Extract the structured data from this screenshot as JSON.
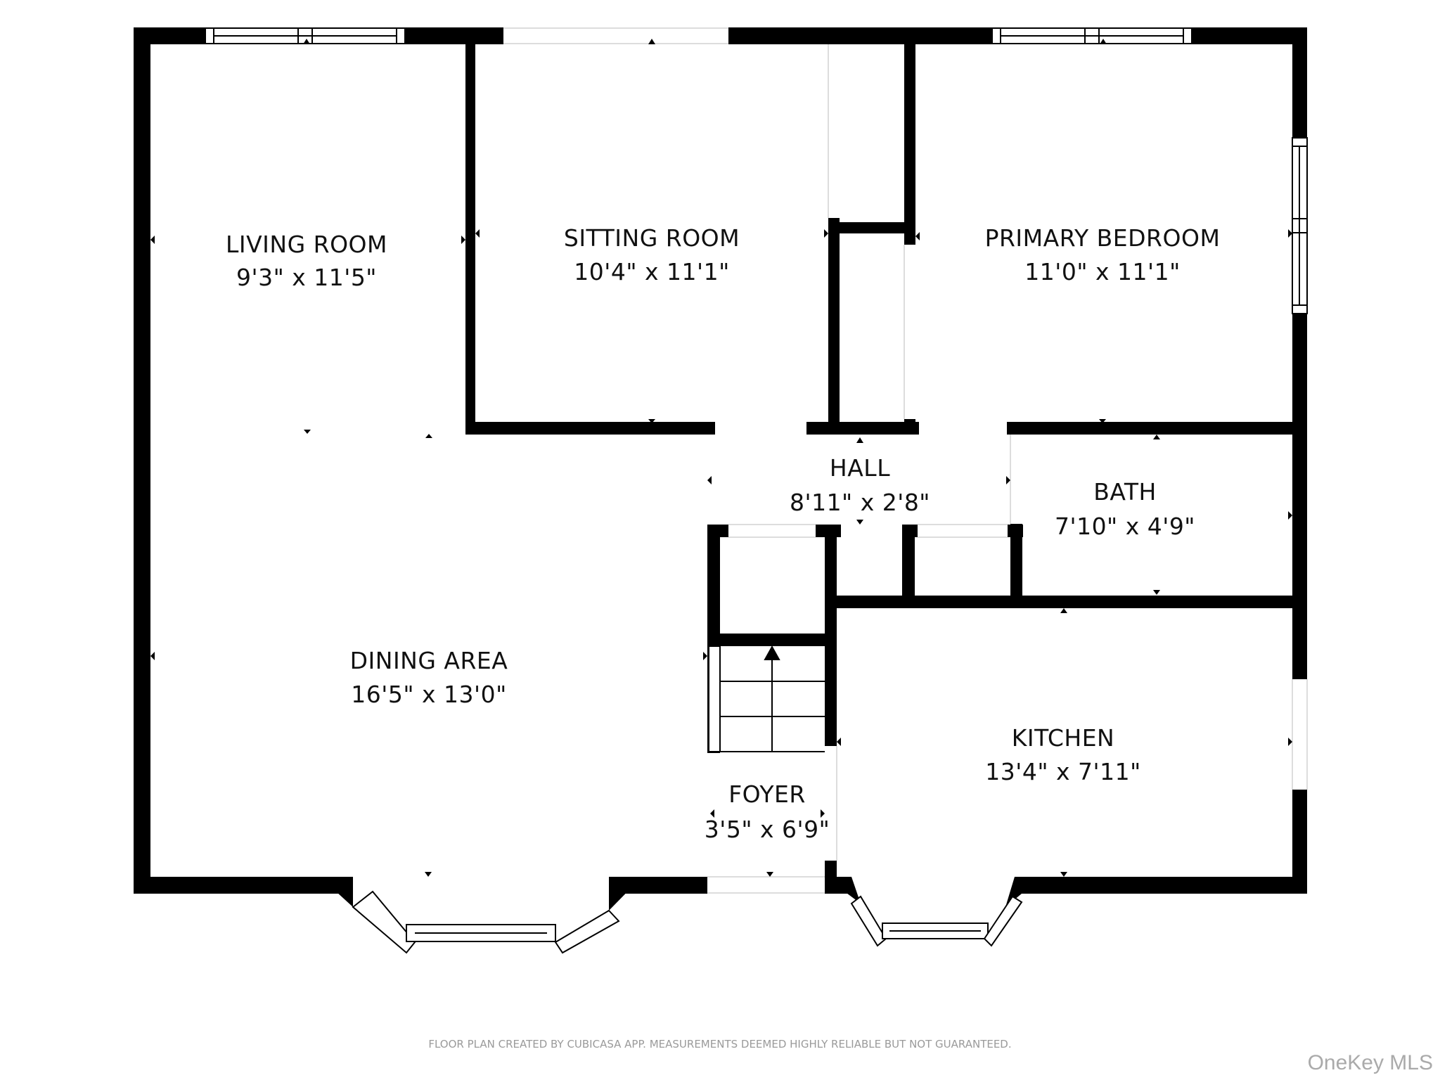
{
  "rooms": {
    "living_room": {
      "name": "LIVING ROOM",
      "dims": "9'3\" x 11'5\""
    },
    "sitting_room": {
      "name": "SITTING ROOM",
      "dims": "10'4\" x 11'1\""
    },
    "primary_bedroom": {
      "name": "PRIMARY BEDROOM",
      "dims": "11'0\" x 11'1\""
    },
    "hall": {
      "name": "HALL",
      "dims": "8'11\" x 2'8\""
    },
    "bath": {
      "name": "BATH",
      "dims": "7'10\" x 4'9\""
    },
    "dining_area": {
      "name": "DINING AREA",
      "dims": "16'5\" x 13'0\""
    },
    "kitchen": {
      "name": "KITCHEN",
      "dims": "13'4\" x 7'11\""
    },
    "foyer": {
      "name": "FOYER",
      "dims": "3'5\" x 6'9\""
    }
  },
  "footer": {
    "disclaimer": "FLOOR PLAN CREATED BY CUBICASA APP. MEASUREMENTS DEEMED HIGHLY RELIABLE BUT NOT GUARANTEED.",
    "watermark": "OneKey MLS"
  },
  "colors": {
    "wall": "#000000",
    "background": "#ffffff",
    "window_line": "#000000"
  }
}
